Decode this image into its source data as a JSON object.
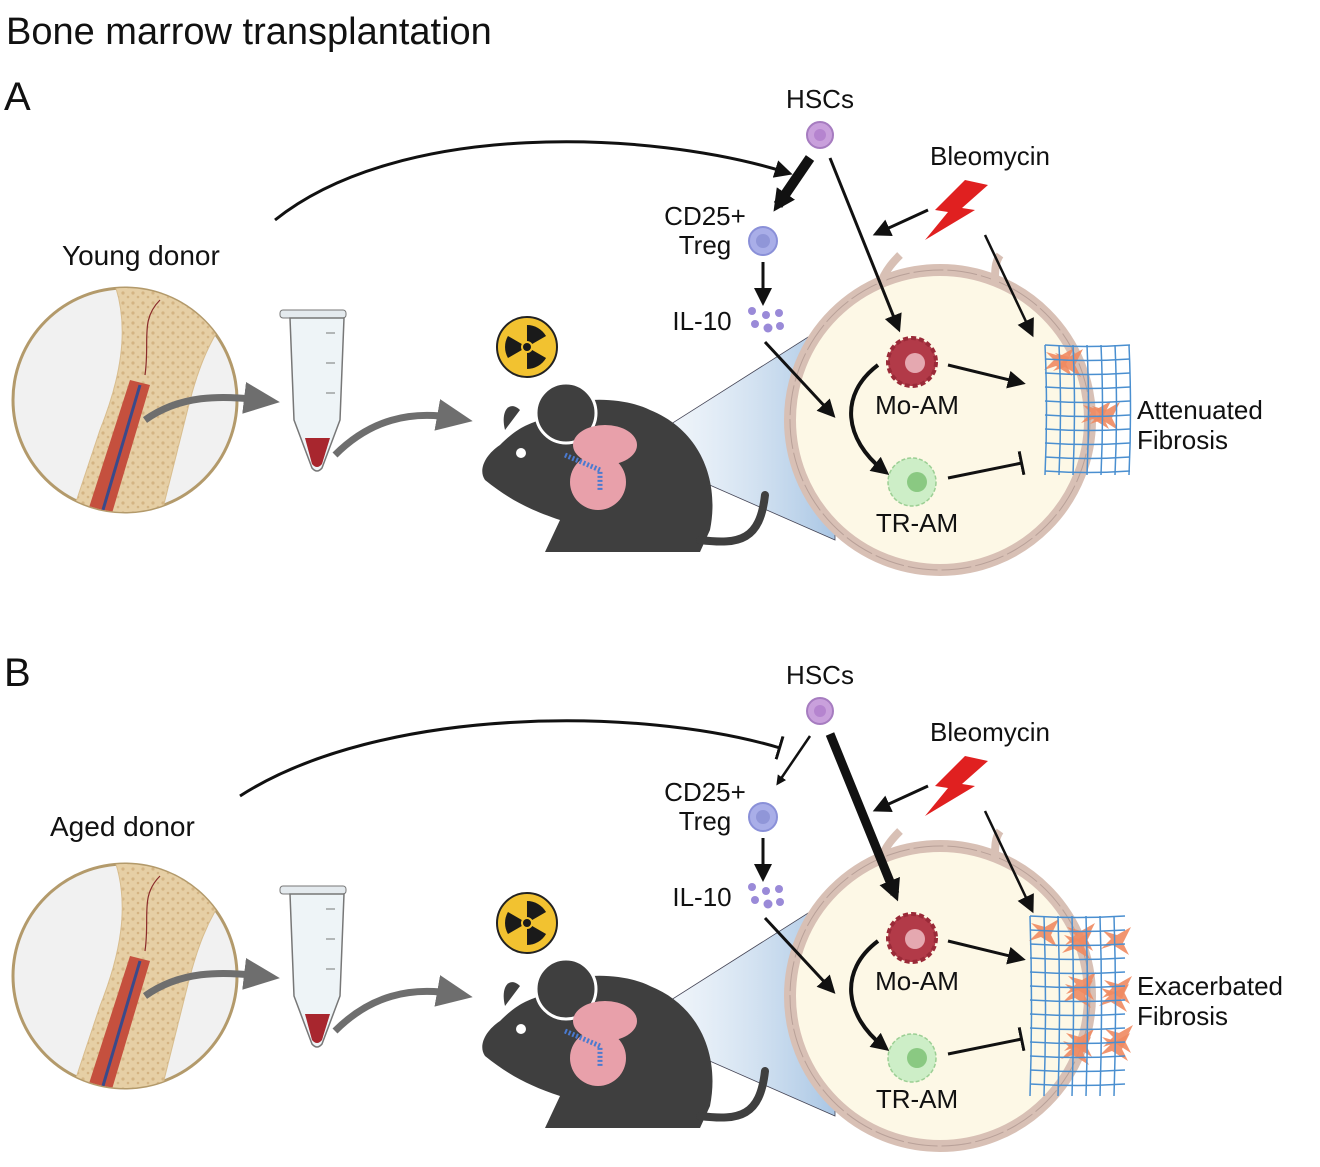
{
  "title": "Bone marrow transplantation",
  "panels": [
    {
      "letter": "A",
      "donor": "Young donor",
      "hscs": "HSCs",
      "bleomycin": "Bleomycin",
      "treg_line1": "CD25+",
      "treg_line2": "Treg",
      "il10": "IL-10",
      "mo_am": "Mo-AM",
      "tr_am": "TR-AM",
      "outcome_line1": "Attenuated",
      "outcome_line2": "Fibrosis",
      "donor_effect_on_treg": "promote",
      "hsc_to_treg": "strong",
      "hsc_to_moam": "weak",
      "fibrosis_level": "low"
    },
    {
      "letter": "B",
      "donor": "Aged donor",
      "hscs": "HSCs",
      "bleomycin": "Bleomycin",
      "treg_line1": "CD25+",
      "treg_line2": "Treg",
      "il10": "IL-10",
      "mo_am": "Mo-AM",
      "tr_am": "TR-AM",
      "outcome_line1": "Exacerbated",
      "outcome_line2": "Fibrosis",
      "donor_effect_on_treg": "inhibit",
      "hsc_to_treg": "weak",
      "hsc_to_moam": "strong",
      "fibrosis_level": "high"
    }
  ],
  "colors": {
    "arrow_black": "#111111",
    "arrow_gray": "#6e6e6e",
    "hsc": "#c9a0dc",
    "treg": "#a9aee8",
    "mo_am": "#b23a48",
    "tr_am": "#cdeec7",
    "bleomycin": "#e02020",
    "radiation": "#f2c230",
    "mouse": "#3f3f3f",
    "lung": "#e8a0aa",
    "alveolus": "#fdf8e6",
    "fibroblast": "#f08a60",
    "matrix": "#4a8fd0"
  }
}
